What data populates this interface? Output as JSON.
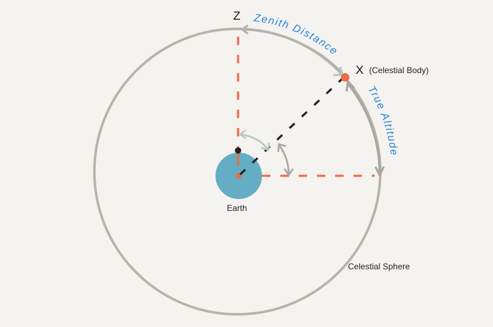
{
  "labels": {
    "zenith": "Z",
    "body_letter": "X",
    "body_name": "(Celestial Body)",
    "earth": "Earth",
    "sphere": "Celestial Sphere",
    "zenith_distance": "Zenith Distance",
    "true_altitude": "True Altitude"
  },
  "colors": {
    "sphere": "#b5b3aa",
    "earth": "#64adc4",
    "dashes": "#ef6b45",
    "line_of_sight": "#222222",
    "arc_labels": "#2a7fd8",
    "angle_arrows_light": "#b9c7c3",
    "angle_arrows_dark": "#a8a69d"
  }
}
